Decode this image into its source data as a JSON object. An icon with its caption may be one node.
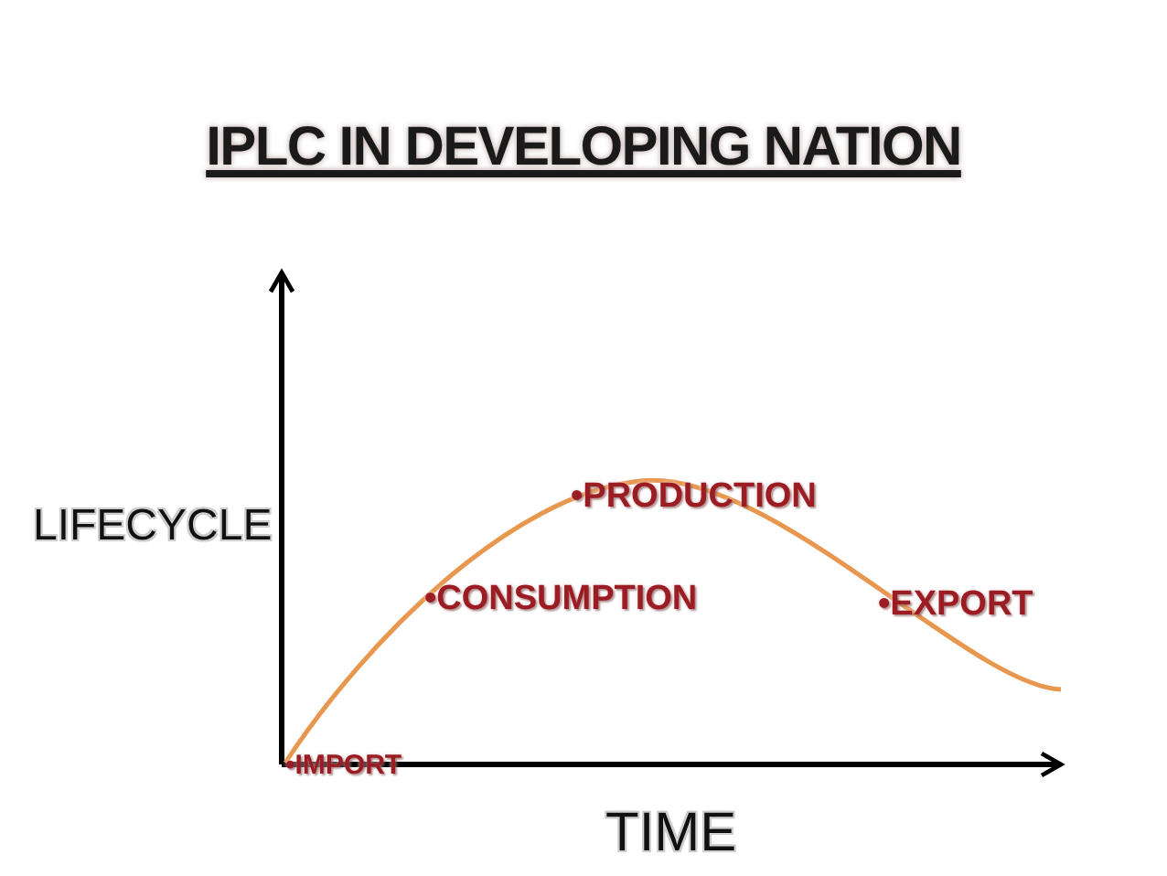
{
  "diagram": {
    "title": "IPLC IN DEVELOPING NATION",
    "labels": [
      "•PRODUCTION",
      "LIFECYCLE",
      "•CONSUMPTION",
      "•EXPORT",
      "•IMPORT",
      "TIME"
    ]
  }
}
